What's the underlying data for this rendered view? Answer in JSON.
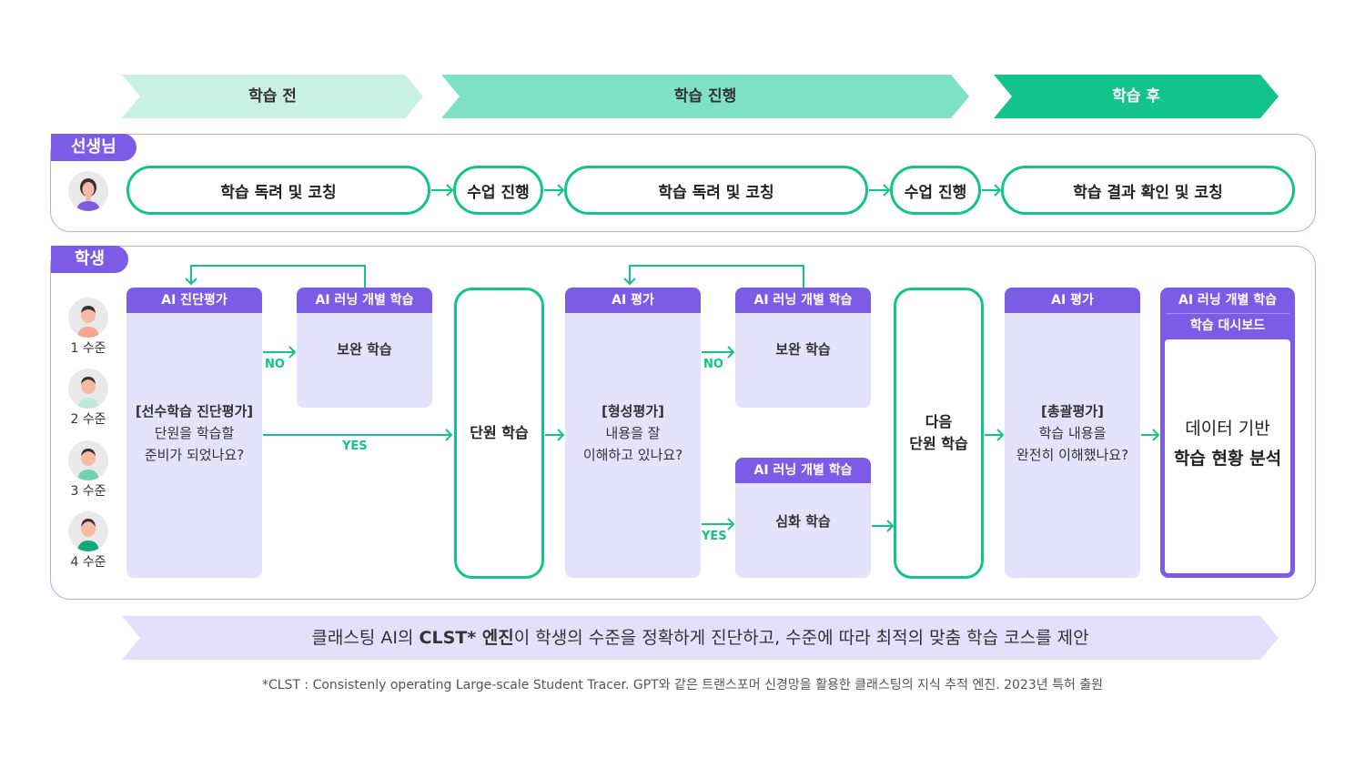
{
  "phases": [
    {
      "label": "학습 전",
      "color": "#c8f1e4"
    },
    {
      "label": "학습 진행",
      "color": "#7fe1c4"
    },
    {
      "label": "학습 후",
      "color": "#12c38a"
    }
  ],
  "teacher": {
    "label": "선생님",
    "steps": [
      "학습 독려 및 코칭",
      "수업 진행",
      "학습 독려 및 코칭",
      "수업 진행",
      "학습 결과 확인 및 코칭"
    ]
  },
  "student": {
    "label": "학생",
    "levels": [
      "1 수준",
      "2 수준",
      "3 수준",
      "4 수준"
    ],
    "diag": {
      "header": "AI 진단평가",
      "title": "[선수학습 진단평가]",
      "line1": "단원을 학습할",
      "line2": "준비가 되었나요?"
    },
    "supp1": {
      "header": "AI 러닝 개별 학습",
      "title": "보완 학습"
    },
    "unit": {
      "title": "단원 학습"
    },
    "form": {
      "header": "AI 평가",
      "title": "[형성평가]",
      "line1": "내용을 잘",
      "line2": "이해하고 있나요?"
    },
    "supp2": {
      "header": "AI 러닝 개별 학습",
      "title": "보완 학습"
    },
    "adv": {
      "header": "AI 러닝 개별 학습",
      "title": "심화 학습"
    },
    "next": {
      "line1": "다음",
      "line2": "단원 학습"
    },
    "summ": {
      "header": "AI 평가",
      "title": "[총괄평가]",
      "line1": "학습 내용을",
      "line2": "완전히 이해했나요?"
    },
    "dash": {
      "header": "AI 러닝 개별 학습",
      "subheader": "학습 대시보드",
      "line1": "데이터 기반",
      "line2": "학습 현황 분석"
    },
    "no": "NO",
    "yes": "YES"
  },
  "banner": {
    "prefix": "클래스팅 AI의 ",
    "bold": "CLST* 엔진",
    "suffix": "이 학생의 수준을 정확하게 진단하고, 수준에 따라 최적의 맞춤 학습 코스를 제안"
  },
  "footnote": "*CLST :  Consistenly operating Large-scale Student Tracer. GPT와 같은 트랜스포머 신경망을 활용한 클래스팅의 지식 추적 엔진. 2023년 특허 출원",
  "colors": {
    "green": "#12c38a",
    "purple": "#7c5ce6",
    "lavender": "#e5e2fb",
    "banner": "#e4e0fb"
  }
}
